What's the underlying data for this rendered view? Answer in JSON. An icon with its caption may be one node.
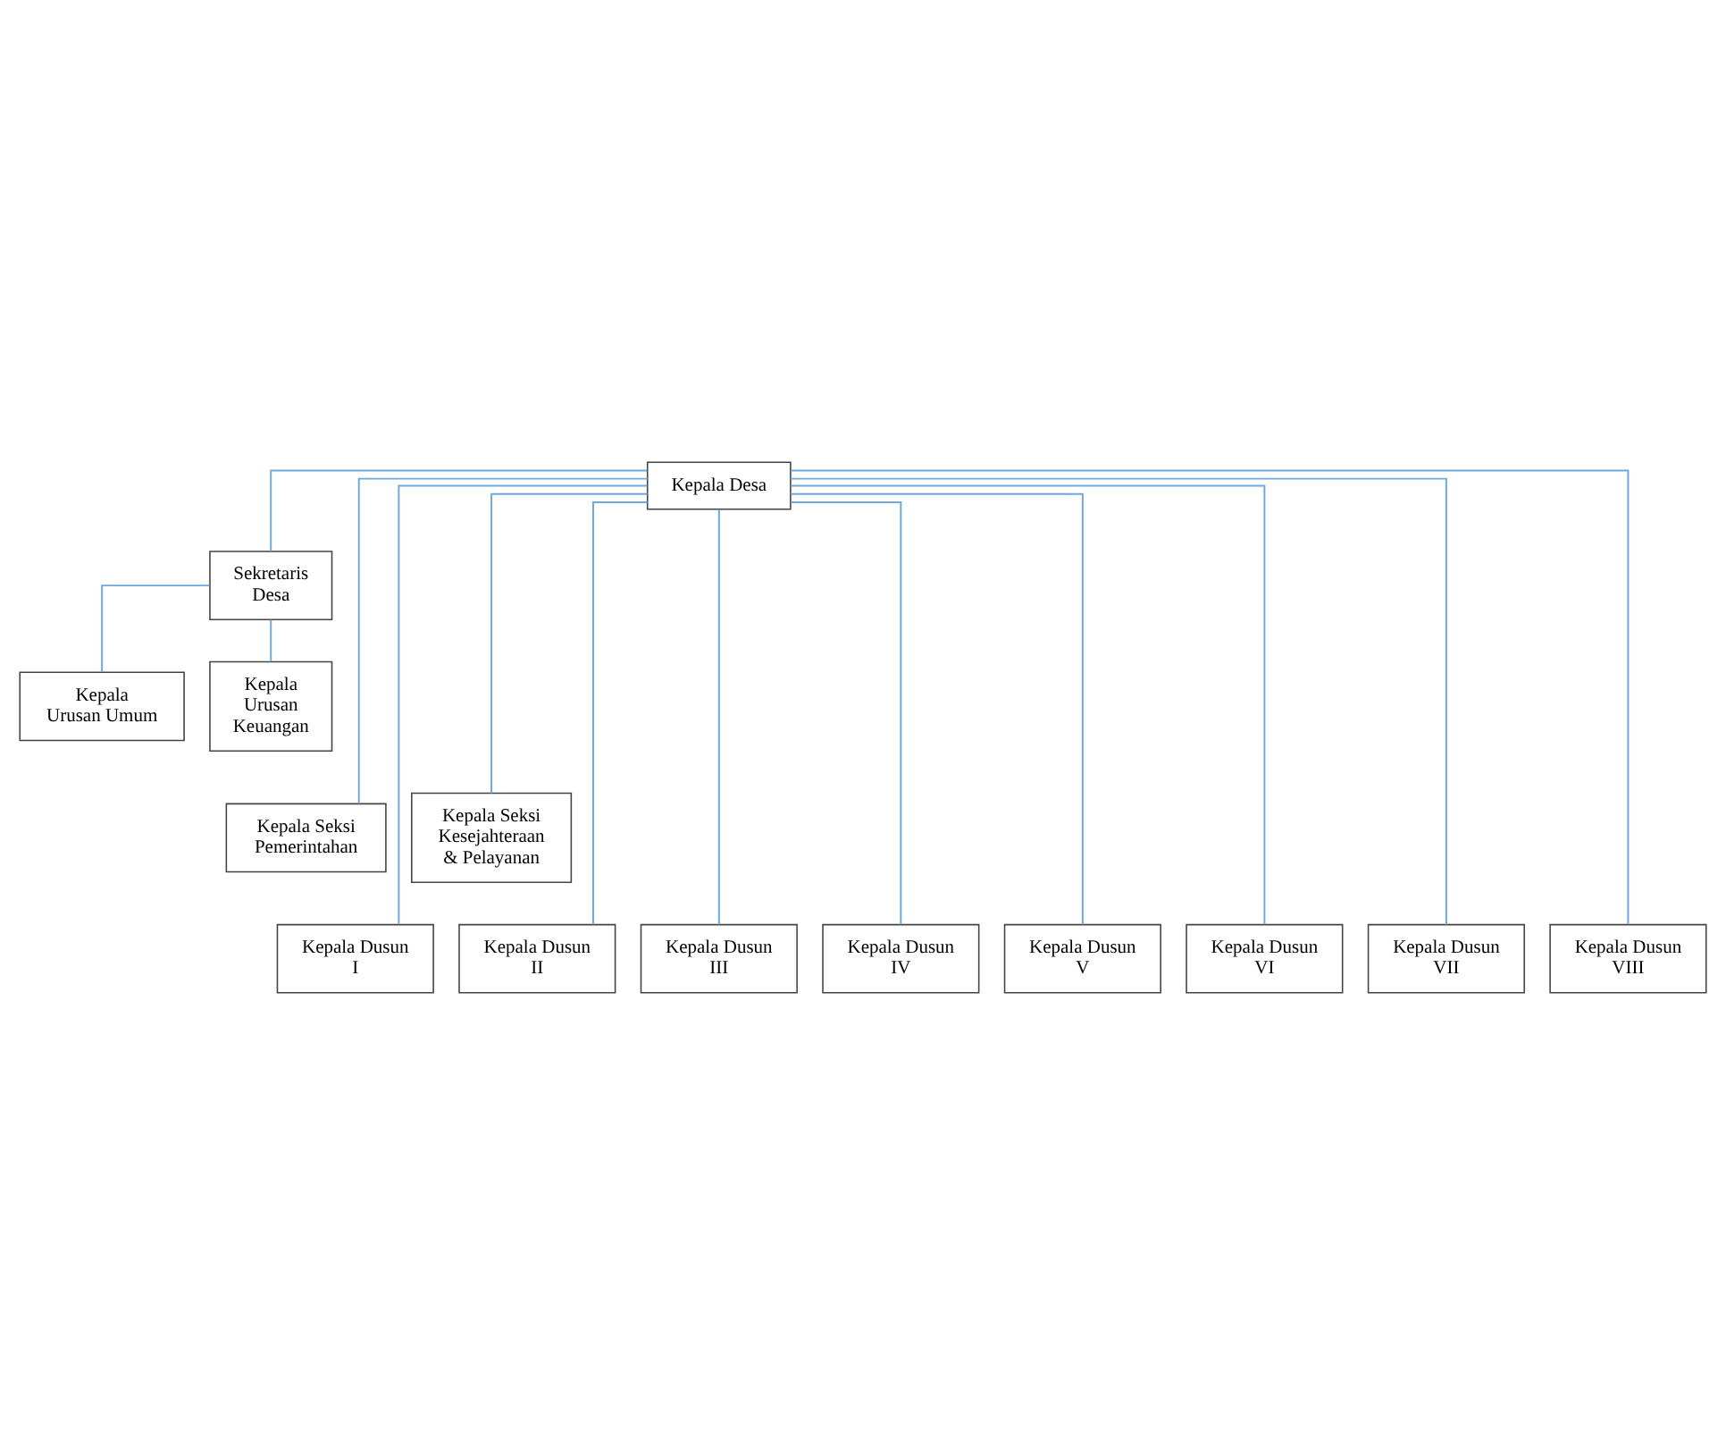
{
  "diagram": {
    "nodes": [
      {
        "text": [
          "Kepala Desa"
        ]
      },
      {
        "text": [
          "Sekretaris Desa"
        ]
      },
      {
        "text": [
          "Kepala Urusan Umum"
        ]
      },
      {
        "text": [
          "Kepala Urusan Keuangan"
        ]
      },
      {
        "text": [
          "Kepala Seksi Pemerintahan"
        ]
      },
      {
        "text": [
          "Kepala Seksi Kesejahteraan & Pelayanan"
        ]
      },
      {
        "text": [
          "Kepala Dusun I"
        ]
      },
      {
        "text": [
          "Kepala Dusun II"
        ]
      },
      {
        "text": [
          "Kepala Dusun III"
        ]
      },
      {
        "text": [
          "Kepala Dusun IV"
        ]
      },
      {
        "text": [
          "Kepala Dusun V"
        ]
      },
      {
        "text": [
          "Kepala Dusun VI"
        ]
      },
      {
        "text": [
          "Kepala Dusun VII"
        ]
      },
      {
        "text": [
          "Kepala Dusun VIII"
        ]
      }
    ],
    "edges": [
      {
        "from": 0,
        "to": 1,
        "arrow": "none"
      },
      {
        "from": 1,
        "to": 2,
        "arrow": "none"
      },
      {
        "from": 1,
        "to": 3,
        "arrow": "none"
      },
      {
        "from": 0,
        "to": 4,
        "arrow": "none"
      },
      {
        "from": 0,
        "to": 5,
        "arrow": "none"
      },
      {
        "from": 0,
        "to": 6,
        "arrow": "none"
      },
      {
        "from": 0,
        "to": 7,
        "arrow": "none"
      },
      {
        "from": 0,
        "to": 8,
        "arrow": "none"
      },
      {
        "from": 0,
        "to": 9,
        "arrow": "none"
      },
      {
        "from": 0,
        "to": 10,
        "arrow": "none"
      },
      {
        "from": 0,
        "to": 11,
        "arrow": "none"
      },
      {
        "from": 0,
        "to": 12,
        "arrow": "none"
      },
      {
        "from": 0,
        "to": 13,
        "arrow": "none"
      }
    ]
  }
}
